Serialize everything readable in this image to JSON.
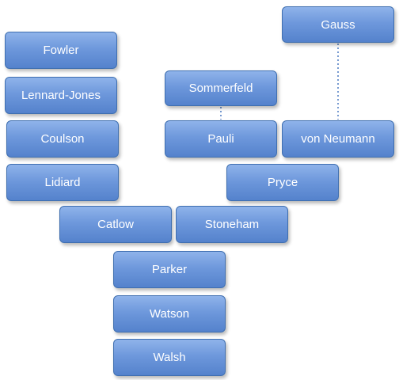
{
  "nodes": {
    "gauss": "Gauss",
    "fowler": "Fowler",
    "sommerfeld": "Sommerfeld",
    "lennard_jones": "Lennard-Jones",
    "coulson": "Coulson",
    "pauli": "Pauli",
    "von_neumann": "von Neumann",
    "lidiard": "Lidiard",
    "pryce": "Pryce",
    "catlow": "Catlow",
    "stoneham": "Stoneham",
    "parker": "Parker",
    "watson": "Watson",
    "walsh": "Walsh"
  },
  "links": [
    {
      "from": "gauss",
      "to": "von_neumann",
      "style": "dotted"
    },
    {
      "from": "sommerfeld",
      "to": "pauli",
      "style": "dotted"
    }
  ],
  "colors": {
    "node_fill_top": "#8fb3ea",
    "node_fill_bottom": "#5482cc",
    "node_border": "#3f6fb0",
    "node_text": "#ffffff",
    "link": "#4a78c0"
  }
}
